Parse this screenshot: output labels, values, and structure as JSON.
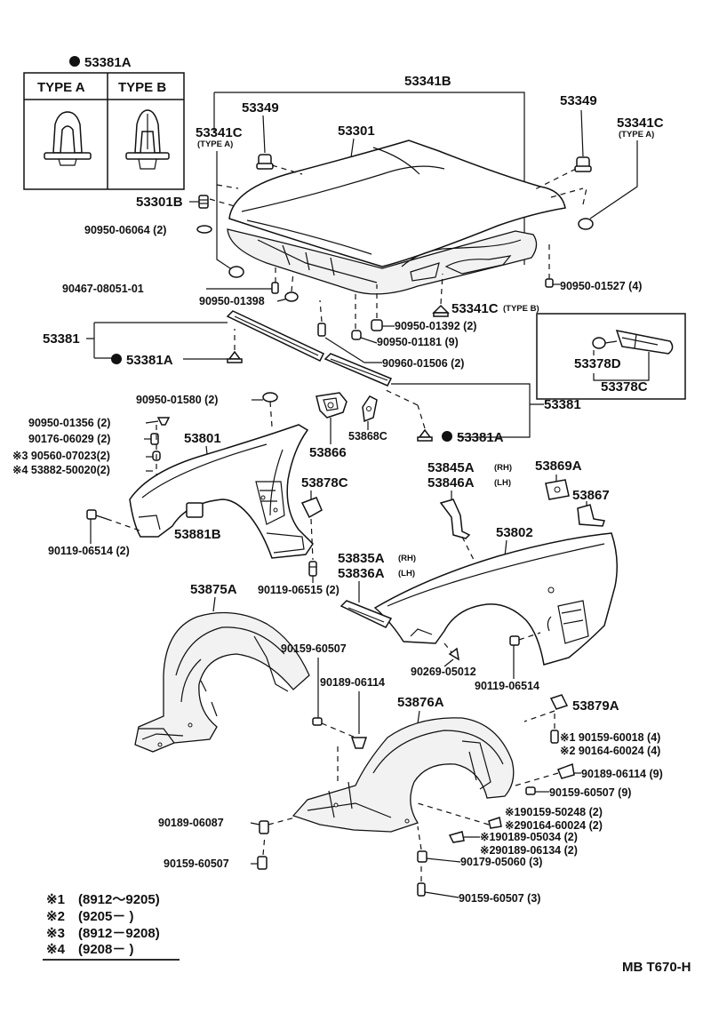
{
  "clip_box": {
    "header_code": "53381A",
    "type_a": "TYPE A",
    "type_b": "TYPE B"
  },
  "labels": {
    "p53341B": "53341B",
    "p53349_l": "53349",
    "p53349_r": "53349",
    "p53341C_l": "53341C",
    "p53341C_l_note": "(TYPE A)",
    "p53341C_r": "53341C",
    "p53341C_r_note": "(TYPE A)",
    "p53301": "53301",
    "p53301B": "53301B",
    "p90950_06064": "90950-06064 (2)",
    "p90467": "90467-08051-01",
    "p90950_01398": "90950-01398",
    "p90950_01527": "90950-01527 (4)",
    "p53341C_b": "53341C",
    "p53341C_b_note": "(TYPE B)",
    "p90950_01392": "90950-01392 (2)",
    "p90950_01181": "90950-01181 (9)",
    "p53381_top": "53381",
    "p53381A_top": "53381A",
    "p90960_01506": "90960-01506 (2)",
    "p53378D": "53378D",
    "p53378C": "53378C",
    "p53381_right": "53381",
    "p90950_01580": "90950-01580 (2)",
    "p90950_01356": "90950-01356 (2)",
    "p90176": "90176-06029 (2)",
    "p90560": "※3 90560-07023(2)",
    "p53882": "※4 53882-50020(2)",
    "p53801": "53801",
    "p53866": "53866",
    "p53868C": "53868C",
    "p53381A_mid": "53381A",
    "p53878C": "53878C",
    "p53845A": "53845A",
    "p53845A_note": "(RH)",
    "p53846A": "53846A",
    "p53846A_note": "(LH)",
    "p53869A": "53869A",
    "p53867": "53867",
    "p90119_06514_l": "90119-06514 (2)",
    "p53881B": "53881B",
    "p53802": "53802",
    "p90119_06515": "90119-06515 (2)",
    "p53835A": "53835A",
    "p53835A_note": "(RH)",
    "p53836A": "53836A",
    "p53836A_note": "(LH)",
    "p53875A": "53875A",
    "p90159_60507_a": "90159-60507",
    "p90269": "90269-05012",
    "p90119_06514_r": "90119-06514",
    "p90189_06114_a": "90189-06114",
    "p53876A": "53876A",
    "p53879A": "53879A",
    "p90159_60018": "※1 90159-60018 (4)",
    "p90164_60024_a": "※2 90164-60024 (4)",
    "p90189_06114_b": "90189-06114 (9)",
    "p90159_60507_b": "90159-60507 (9)",
    "p90159_50248": "※190159-50248 (2)",
    "p90164_60024_b": "※290164-60024 (2)",
    "p90189_05034": "※190189-05034 (2)",
    "p90189_06134": "※290189-06134 (2)",
    "p90189_06087": "90189-06087",
    "p90179_05060": "90179-05060 (3)",
    "p90159_60507_c": "90159-60507",
    "p90159_60507_d": "90159-60507 (3)"
  },
  "legend": [
    {
      "mark": "※1",
      "range": "(8912～9205)"
    },
    {
      "mark": "※2",
      "range": "(9205－        )"
    },
    {
      "mark": "※3",
      "range": "(8912－9208)"
    },
    {
      "mark": "※4",
      "range": "(9208－        )"
    }
  ],
  "footer_code": "MB T670-H"
}
